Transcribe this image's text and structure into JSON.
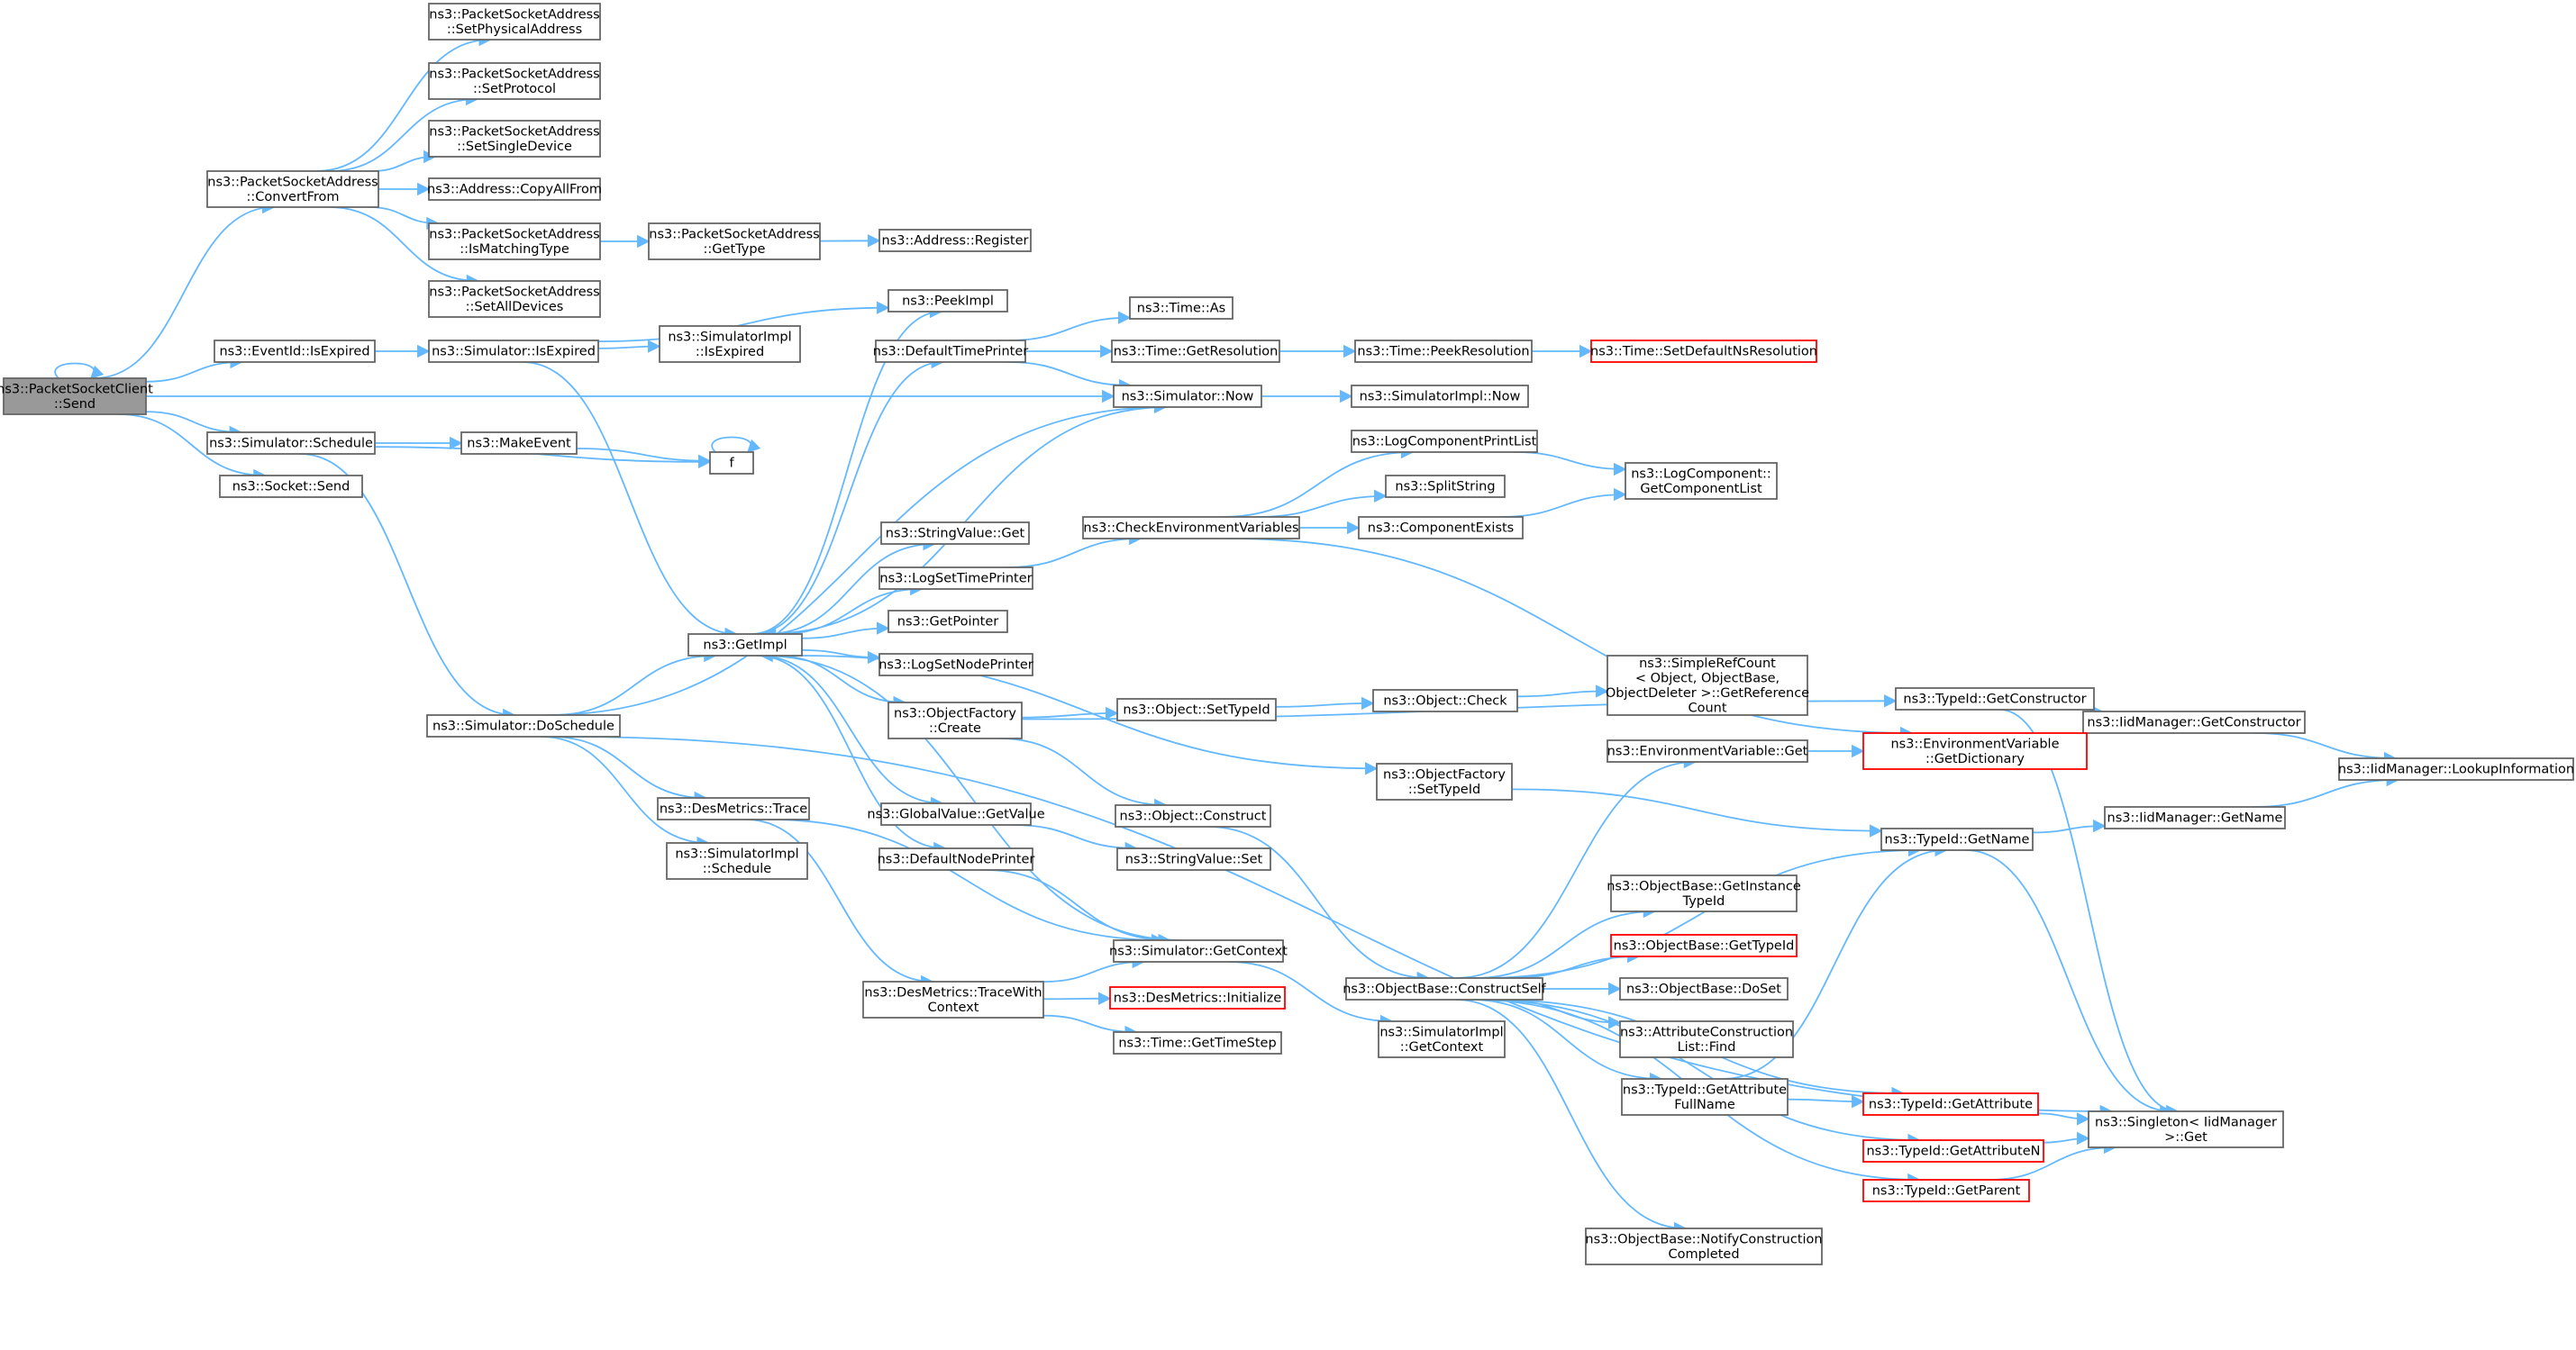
{
  "graph": {
    "title": "",
    "nodes": [
      {
        "id": "send",
        "lines": [
          "ns3::PacketSocketClient",
          "::Send"
        ],
        "current": true
      },
      {
        "id": "psa_setphys",
        "lines": [
          "ns3::PacketSocketAddress",
          "::SetPhysicalAddress"
        ]
      },
      {
        "id": "psa_setproto",
        "lines": [
          "ns3::PacketSocketAddress",
          "::SetProtocol"
        ]
      },
      {
        "id": "psa_setsingle",
        "lines": [
          "ns3::PacketSocketAddress",
          "::SetSingleDevice"
        ]
      },
      {
        "id": "psa_convert",
        "lines": [
          "ns3::PacketSocketAddress",
          "::ConvertFrom"
        ]
      },
      {
        "id": "addr_copyall",
        "lines": [
          "ns3::Address::CopyAllFrom"
        ]
      },
      {
        "id": "psa_ismatch",
        "lines": [
          "ns3::PacketSocketAddress",
          "::IsMatchingType"
        ]
      },
      {
        "id": "psa_gettype",
        "lines": [
          "ns3::PacketSocketAddress",
          "::GetType"
        ]
      },
      {
        "id": "addr_register",
        "lines": [
          "ns3::Address::Register"
        ]
      },
      {
        "id": "psa_setall",
        "lines": [
          "ns3::PacketSocketAddress",
          "::SetAllDevices"
        ]
      },
      {
        "id": "peekimpl",
        "lines": [
          "ns3::PeekImpl"
        ]
      },
      {
        "id": "eventid_isexp",
        "lines": [
          "ns3::EventId::IsExpired"
        ]
      },
      {
        "id": "sim_isexp",
        "lines": [
          "ns3::Simulator::IsExpired"
        ]
      },
      {
        "id": "simimpl_isexp",
        "lines": [
          "ns3::SimulatorImpl",
          "::IsExpired"
        ]
      },
      {
        "id": "time_as",
        "lines": [
          "ns3::Time::As"
        ]
      },
      {
        "id": "default_tp",
        "lines": [
          "ns3::DefaultTimePrinter"
        ]
      },
      {
        "id": "time_getres",
        "lines": [
          "ns3::Time::GetResolution"
        ]
      },
      {
        "id": "time_peekres",
        "lines": [
          "ns3::Time::PeekResolution"
        ]
      },
      {
        "id": "time_setdef",
        "lines": [
          "ns3::Time::SetDefaultNsResolution"
        ],
        "red": true
      },
      {
        "id": "sim_now",
        "lines": [
          "ns3::Simulator::Now"
        ]
      },
      {
        "id": "simimpl_now",
        "lines": [
          "ns3::SimulatorImpl::Now"
        ]
      },
      {
        "id": "sim_schedule",
        "lines": [
          "ns3::Simulator::Schedule"
        ]
      },
      {
        "id": "makeevent",
        "lines": [
          "ns3::MakeEvent"
        ]
      },
      {
        "id": "f",
        "lines": [
          "f"
        ]
      },
      {
        "id": "socket_send",
        "lines": [
          "ns3::Socket::Send"
        ]
      },
      {
        "id": "logcomp_printlist",
        "lines": [
          "ns3::LogComponentPrintList"
        ]
      },
      {
        "id": "logcomp_getlist",
        "lines": [
          "ns3::LogComponent::",
          "GetComponentList"
        ]
      },
      {
        "id": "splitstring",
        "lines": [
          "ns3::SplitString"
        ]
      },
      {
        "id": "stringvalue_get",
        "lines": [
          "ns3::StringValue::Get"
        ]
      },
      {
        "id": "check_env",
        "lines": [
          "ns3::CheckEnvironmentVariables"
        ]
      },
      {
        "id": "comp_exists",
        "lines": [
          "ns3::ComponentExists"
        ]
      },
      {
        "id": "logset_tp",
        "lines": [
          "ns3::LogSetTimePrinter"
        ]
      },
      {
        "id": "getpointer",
        "lines": [
          "ns3::GetPointer"
        ]
      },
      {
        "id": "getimpl",
        "lines": [
          "ns3::GetImpl"
        ]
      },
      {
        "id": "logset_np",
        "lines": [
          "ns3::LogSetNodePrinter"
        ]
      },
      {
        "id": "simplerefcount",
        "lines": [
          "ns3::SimpleRefCount",
          "< Object, ObjectBase,",
          "ObjectDeleter >::GetReference",
          "Count"
        ]
      },
      {
        "id": "typeid_getctor",
        "lines": [
          "ns3::TypeId::GetConstructor"
        ]
      },
      {
        "id": "objfactory_create",
        "lines": [
          "ns3::ObjectFactory",
          "::Create"
        ]
      },
      {
        "id": "object_settypeid",
        "lines": [
          "ns3::Object::SetTypeId"
        ]
      },
      {
        "id": "object_check",
        "lines": [
          "ns3::Object::Check"
        ]
      },
      {
        "id": "iidmgr_getctor",
        "lines": [
          "ns3::IidManager::GetConstructor"
        ]
      },
      {
        "id": "sim_doschedule",
        "lines": [
          "ns3::Simulator::DoSchedule"
        ]
      },
      {
        "id": "envvar_get",
        "lines": [
          "ns3::EnvironmentVariable::Get"
        ]
      },
      {
        "id": "envvar_getdict",
        "lines": [
          "ns3::EnvironmentVariable",
          "::GetDictionary"
        ],
        "red": true
      },
      {
        "id": "iidmgr_lookup",
        "lines": [
          "ns3::IidManager::LookupInformation"
        ]
      },
      {
        "id": "objfactory_settypeid",
        "lines": [
          "ns3::ObjectFactory",
          "::SetTypeId"
        ]
      },
      {
        "id": "desmetrics_trace",
        "lines": [
          "ns3::DesMetrics::Trace"
        ]
      },
      {
        "id": "globalvalue_get",
        "lines": [
          "ns3::GlobalValue::GetValue"
        ]
      },
      {
        "id": "object_construct",
        "lines": [
          "ns3::Object::Construct"
        ]
      },
      {
        "id": "iidmgr_getname",
        "lines": [
          "ns3::IidManager::GetName"
        ]
      },
      {
        "id": "typeid_getname",
        "lines": [
          "ns3::TypeId::GetName"
        ]
      },
      {
        "id": "simimpl_schedule",
        "lines": [
          "ns3::SimulatorImpl",
          "::Schedule"
        ]
      },
      {
        "id": "default_np",
        "lines": [
          "ns3::DefaultNodePrinter"
        ]
      },
      {
        "id": "stringvalue_set",
        "lines": [
          "ns3::StringValue::Set"
        ]
      },
      {
        "id": "objbase_getinst",
        "lines": [
          "ns3::ObjectBase::GetInstance",
          "TypeId"
        ]
      },
      {
        "id": "sim_getctx",
        "lines": [
          "ns3::Simulator::GetContext"
        ]
      },
      {
        "id": "objbase_gettypeid",
        "lines": [
          "ns3::ObjectBase::GetTypeId"
        ],
        "red": true
      },
      {
        "id": "objbase_constructself",
        "lines": [
          "ns3::ObjectBase::ConstructSelf"
        ]
      },
      {
        "id": "objbase_doset",
        "lines": [
          "ns3::ObjectBase::DoSet"
        ]
      },
      {
        "id": "desmetrics_tracectx",
        "lines": [
          "ns3::DesMetrics::TraceWith",
          "Context"
        ]
      },
      {
        "id": "desmetrics_init",
        "lines": [
          "ns3::DesMetrics::Initialize"
        ],
        "red": true
      },
      {
        "id": "time_gettimestep",
        "lines": [
          "ns3::Time::GetTimeStep"
        ]
      },
      {
        "id": "simimpl_getctx",
        "lines": [
          "ns3::SimulatorImpl",
          "::GetContext"
        ]
      },
      {
        "id": "attrconstr_find",
        "lines": [
          "ns3::AttributeConstruction",
          "List::Find"
        ]
      },
      {
        "id": "typeid_getattrfull",
        "lines": [
          "ns3::TypeId::GetAttribute",
          "FullName"
        ]
      },
      {
        "id": "typeid_getattr",
        "lines": [
          "ns3::TypeId::GetAttribute"
        ],
        "red": true
      },
      {
        "id": "singleton_get",
        "lines": [
          "ns3::Singleton< IidManager",
          ">::Get"
        ]
      },
      {
        "id": "typeid_getattrn",
        "lines": [
          "ns3::TypeId::GetAttributeN"
        ],
        "red": true
      },
      {
        "id": "typeid_getparent",
        "lines": [
          "ns3::TypeId::GetParent"
        ],
        "red": true
      },
      {
        "id": "objbase_notify",
        "lines": [
          "ns3::ObjectBase::NotifyConstruction",
          "Completed"
        ]
      }
    ]
  }
}
